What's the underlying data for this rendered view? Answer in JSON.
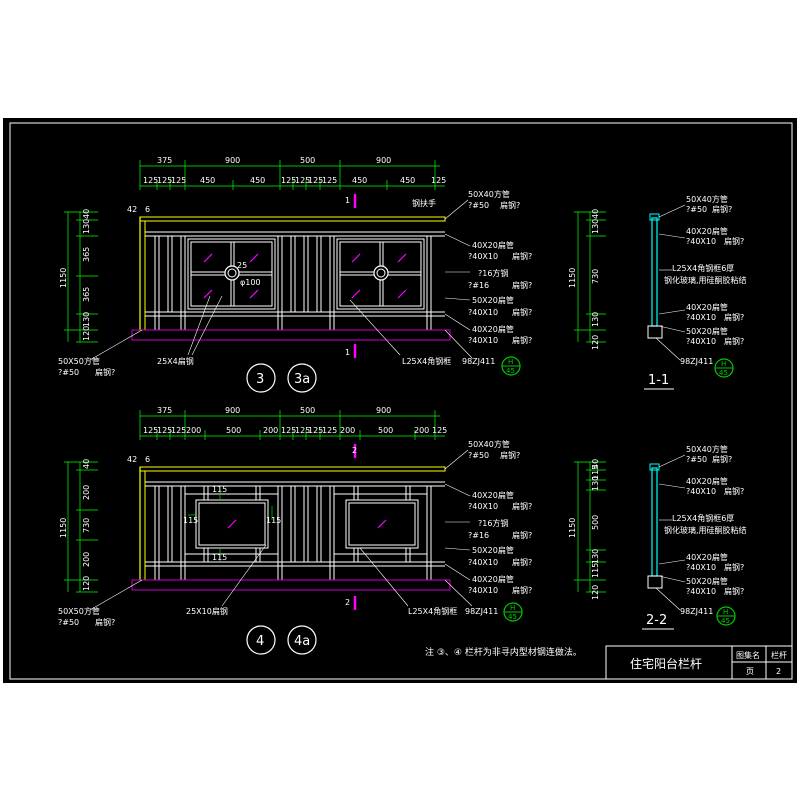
{
  "colors": {
    "background": "#000000",
    "frame": "#ffffff",
    "dimension": "#00ff00",
    "railing": "#ffffff",
    "handrail": "#ffff00",
    "base": "#cc00cc",
    "glass_mark": "#ff00ff",
    "section_post": "#00ffff",
    "callout_circle": "#00cc00"
  },
  "elevation_3": {
    "top_dims_row1": [
      "375",
      "900",
      "500",
      "900"
    ],
    "top_dims_row2": [
      "125",
      "125",
      "125",
      "450",
      "450",
      "125",
      "125",
      "125",
      "125",
      "450",
      "450",
      "125"
    ],
    "left_dims": [
      "40",
      "130",
      "365",
      "365",
      "130",
      "120"
    ],
    "left_total": "1150",
    "offset_labels": [
      "42",
      "6"
    ],
    "section_marks": [
      "1",
      "1"
    ],
    "right_annotations": [
      "50X40方管",
      "?#50",
      "扁钢?",
      "40X20扁管",
      "?40X10",
      "扁钢?",
      "?16方钢",
      "?#16",
      "扁钢?",
      "50X20扁管",
      "?40X10",
      "扁钢?",
      "40X20扁管",
      "?40X10",
      "扁钢?"
    ],
    "top_right_note": "钢扶手",
    "circle_labels": [
      "25",
      "φ100"
    ],
    "leader_labels": [
      "25X4扁钢",
      "L25X4角钢框",
      "98ZJ411"
    ],
    "left_note": [
      "50X50方管",
      "?#50",
      "扁钢?"
    ],
    "callout": {
      "top": "H",
      "bottom": "45"
    },
    "view_labels": [
      "3",
      "3a"
    ]
  },
  "elevation_4": {
    "top_dims_row1": [
      "375",
      "900",
      "500",
      "900"
    ],
    "top_dims_row2": [
      "125",
      "125",
      "125",
      "200",
      "500",
      "200",
      "125",
      "125",
      "125",
      "125",
      "200",
      "500",
      "200",
      "125"
    ],
    "left_dims": [
      "40",
      "200",
      "730",
      "200",
      "120"
    ],
    "left_total": "1150",
    "offset_labels": [
      "42",
      "6"
    ],
    "section_marks": [
      "2",
      "2"
    ],
    "right_annotations": [
      "50X40方管",
      "?#50",
      "扁钢?",
      "40X20扁管",
      "?40X10",
      "扁钢?",
      "?16方钢",
      "?#16",
      "扁钢?",
      "50X20扁管",
      "?40X10",
      "扁钢?",
      "40X20扁管",
      "?40X10",
      "扁钢?"
    ],
    "panel_dims": [
      "115",
      "115",
      "115",
      "115"
    ],
    "leader_labels": [
      "25X10扁钢",
      "L25X4角钢框",
      "98ZJ411"
    ],
    "left_note": [
      "50X50方管",
      "?#50",
      "扁钢?"
    ],
    "callout": {
      "top": "H",
      "bottom": "45"
    },
    "view_labels": [
      "4",
      "4a"
    ]
  },
  "section_1": {
    "left_dims": [
      "40",
      "130",
      "730",
      "130",
      "120"
    ],
    "left_total": "1150",
    "annotations": [
      "50X40方管",
      "?#50",
      "扁钢?",
      "40X20扁管",
      "?40X10",
      "扁钢?",
      "L25X4角钢框6厚",
      "钢化玻璃,用硅酮胶粘结",
      "40X20扁管",
      "?40X10",
      "扁钢?",
      "50X20扁管",
      "?40X10",
      "扁钢?",
      "98ZJ411"
    ],
    "callout": {
      "top": "H",
      "bottom": "45"
    },
    "title": "1-1"
  },
  "section_2": {
    "left_dims": [
      "40",
      "115",
      "130",
      "500",
      "130",
      "115",
      "120"
    ],
    "left_total": "1150",
    "annotations": [
      "50X40方管",
      "?#50",
      "扁钢?",
      "40X20扁管",
      "?40X10",
      "扁钢?",
      "L25X4角钢框6厚",
      "钢化玻璃,用硅酮胶粘结",
      "40X20扁管",
      "?40X10",
      "扁钢?",
      "50X20扁管",
      "?40X10",
      "扁钢?",
      "98ZJ411"
    ],
    "callout": {
      "top": "H",
      "bottom": "45"
    },
    "title": "2-2"
  },
  "note": "注 ③、④ 栏杆为非寻内型材钢连做法。",
  "title_block": {
    "title": "住宅阳台栏杆",
    "field_label": "图集名",
    "field_value": "栏杆",
    "page_label": "页",
    "page_value": "2"
  }
}
